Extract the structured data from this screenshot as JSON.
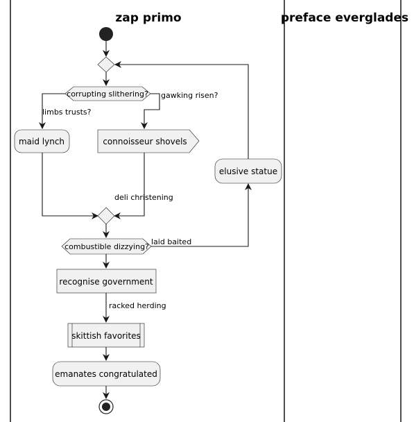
{
  "lanes": {
    "left_title": "zap primo",
    "right_title": "preface everglades"
  },
  "nodes": {
    "decision1": "corrupting slithering?",
    "maid_lynch": "maid lynch",
    "connoisseur": "connoisseur shovels",
    "decision2": "combustible dizzying?",
    "recognise": "recognise government",
    "skittish": "skittish favorites",
    "emanates": "emanates congratulated",
    "elusive": "elusive statue"
  },
  "edges": {
    "limbs": "limbs trusts?",
    "gawking": "gawking risen?",
    "deli": "deli christening",
    "laid": "laid baited",
    "racked": "racked herding"
  },
  "colors": {
    "node_fill": "#f1f1f1",
    "stroke": "#181818"
  }
}
